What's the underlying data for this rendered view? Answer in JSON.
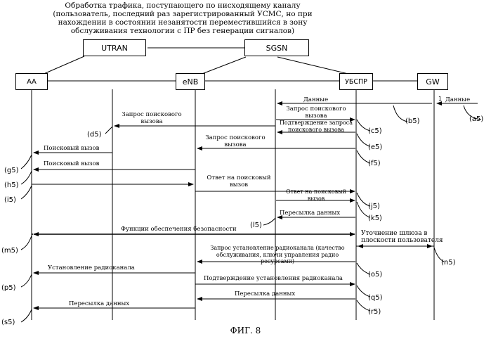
{
  "header_text": "Обработка трафика, поступающего по нисходящему каналу (пользователь, последний раз зарегистрированный УСМС, но при нахождении в состоянии незанятости переместившийся в зону обслуживания технологии с ПР без генерации сигналов)",
  "entities": {
    "utran": "UTRAN",
    "sgsn": "SGSN",
    "aa": "АА",
    "enb": "eNB",
    "ubspr": "УБСПР",
    "gw": "GW"
  },
  "messages": {
    "data_in": "Данные",
    "data_gw": "Данные",
    "paging_req_1": "Запрос поискового вызова",
    "paging_ack": "Подтверждение запроса поискового вызова",
    "paging_req_utran": "Запрос поискового вызова",
    "paging_req_enb": "Запрос поискового вызова",
    "paging_call_1": "Поисковый вызов",
    "paging_call_2": "Поисковый вызов",
    "paging_resp_1": "Ответ на поисковый вызов",
    "paging_resp_2": "Ответ на поисковый вызов",
    "data_forward_1": "Пересылка данных",
    "security": "Функции обеспечения безопасности",
    "gw_refine": "Уточнение шлюза в плоскости пользователя",
    "rab_req": "Запрос установление радиоканала (качество обслуживания, ключи управления радио ресурсами)",
    "rab_setup": "Установление радиоканала",
    "rab_confirm": "Подтверждение установления радиоканала",
    "data_forward_2": "Пересылка данных",
    "data_forward_3": "Пересылка данных"
  },
  "step_labels": {
    "a5": "(a5)",
    "b5": "(b5)",
    "c5": "(c5)",
    "d5": "(d5)",
    "e5": "(e5)",
    "f5": "(f5)",
    "g5": "(g5)",
    "h5": "(h5)",
    "i5": "(i5)",
    "j5": "(j5)",
    "k5": "(k5)",
    "l5": "(l5)",
    "m5": "(m5)",
    "n5": "(n5)",
    "o5": "(o5)",
    "p5": "(p5)",
    "q5": "(q5)",
    "r5": "(r5)",
    "s5": "(s5)",
    "one": "1"
  },
  "figure_caption": "ФИГ. 8"
}
